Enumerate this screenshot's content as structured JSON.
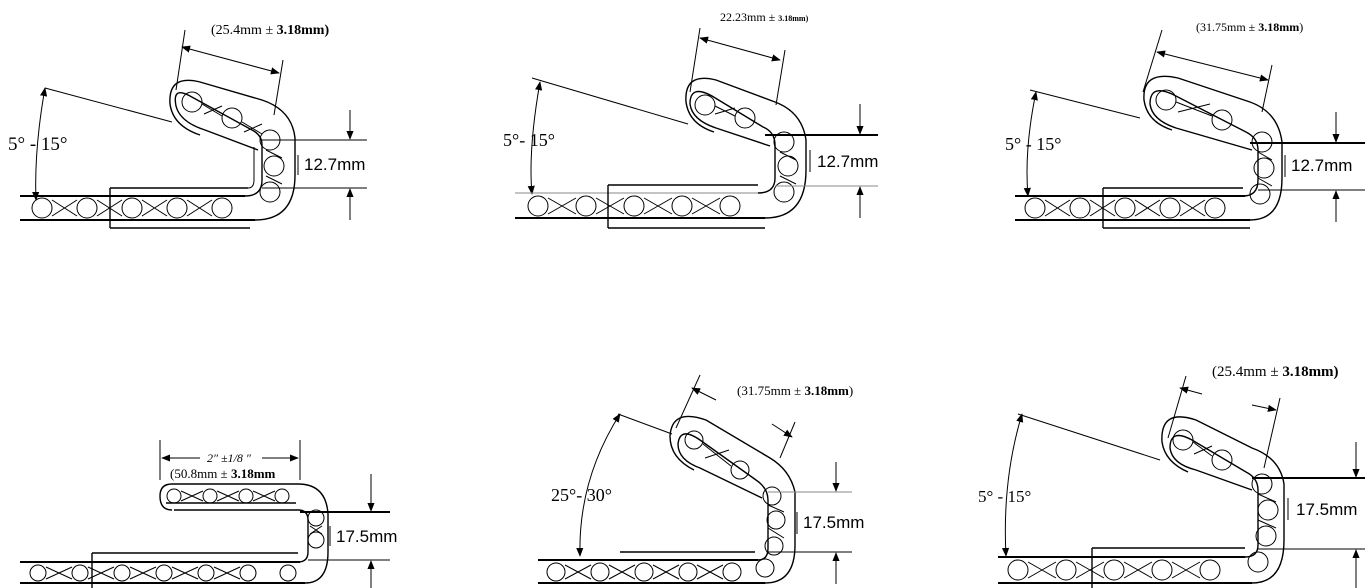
{
  "diagrams": [
    {
      "angle_label": "5° - 15°",
      "hem_label": "(25.4mm ± ",
      "hem_bold": "3.18mm)",
      "height_label": "12.7mm"
    },
    {
      "angle_label": "5°- 15°",
      "hem_label": "22.23mm ± ",
      "hem_bold": "3.18mm)",
      "height_label": "12.7mm"
    },
    {
      "angle_label": "5° - 15°",
      "hem_label": "(31.75mm ± ",
      "hem_bold": "3.18mm",
      "hem_tail": ")",
      "height_label": "12.7mm"
    },
    {
      "inch_label": "2″ ±1/8 ″",
      "hem_label": "(50.8mm ± ",
      "hem_bold": "3.18mm",
      "height_label": "17.5mm"
    },
    {
      "angle_label": "25°- 30°",
      "hem_label": "(31.75mm ± ",
      "hem_bold": "3.18mm",
      "hem_tail": ")",
      "height_label": "17.5mm"
    },
    {
      "angle_label": "5° - 15°",
      "hem_label": "(25.4mm ± ",
      "hem_bold": "3.18mm)",
      "height_label": "17.5mm"
    }
  ]
}
